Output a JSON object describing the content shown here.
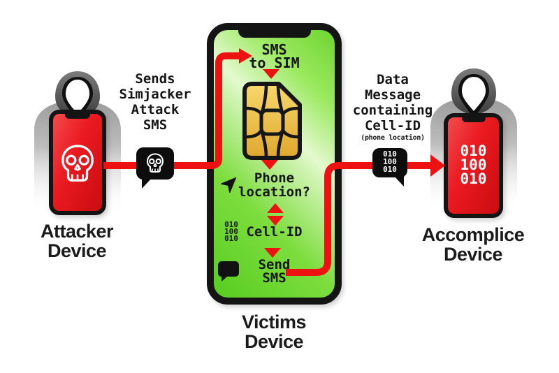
{
  "colors": {
    "flow_red": "#ee1111",
    "victim_screen_green": "#7ddd3e",
    "attacker_screen_red": "#ea1a20",
    "sim_gold": "#f2c94e",
    "phone_frame_black": "#141414",
    "bubble_black": "#0d0d0d"
  },
  "attacker": {
    "label": [
      "Attacker",
      "Device"
    ]
  },
  "victim": {
    "label": [
      "Victims",
      "Device"
    ],
    "flow": {
      "sms_to_sim": [
        "SMS",
        "to SIM"
      ],
      "phone_location": [
        "Phone",
        "location?"
      ],
      "cell_id": "Cell-ID",
      "send_sms": [
        "Send",
        "SMS"
      ],
      "binary": [
        "010",
        "100",
        "010"
      ]
    }
  },
  "accomplice": {
    "label": [
      "Accomplice",
      "Device"
    ],
    "screen_binary": [
      "010",
      "100",
      "010"
    ]
  },
  "annotations": {
    "attack": [
      "Sends",
      "Simjacker",
      "Attack",
      "SMS"
    ],
    "data_message": [
      "Data",
      "Message",
      "containing",
      "Cell-ID"
    ],
    "data_message_note": "(phone location)",
    "bubble_binary": [
      "010",
      "100",
      "010"
    ]
  }
}
